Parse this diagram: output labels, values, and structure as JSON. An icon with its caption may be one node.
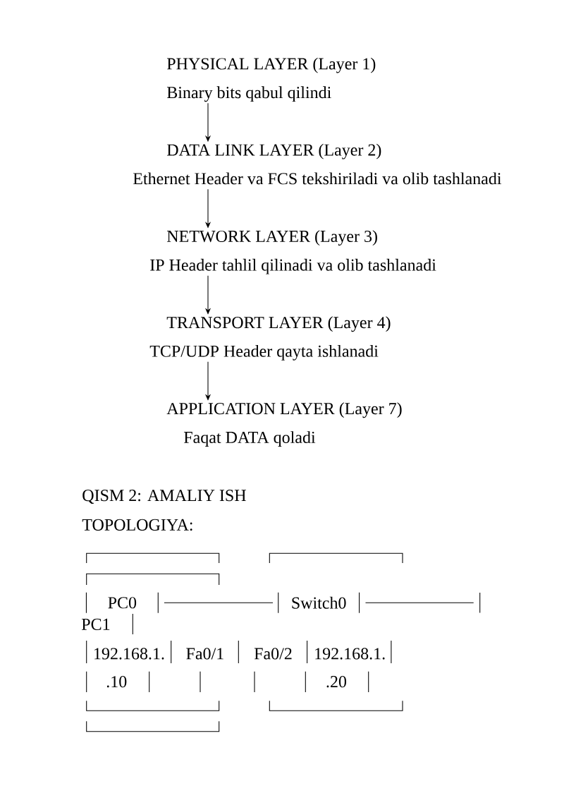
{
  "diagram": {
    "nodes": [
      {
        "text": [
          "PHYSICAL LAYER (Layer 1)",
          "Binary bits qabul qilindi"
        ]
      },
      {
        "text": [
          "DATA LINK LAYER (Layer 2)",
          "Ethernet Header va FCS tekshiriladi va olib tashlanadi"
        ]
      },
      {
        "text": [
          "NETWORK LAYER (Layer 3)",
          "IP Header tahlil qilinadi va olib tashlanadi"
        ]
      },
      {
        "text": [
          "TRANSPORT LAYER (Layer 4)",
          "TCP/UDP Header qayta ishlanadi"
        ]
      },
      {
        "text": [
          "APPLICATION LAYER (Layer 7)",
          "Faqat DATA qoladi"
        ]
      },
      {
        "text": [
          "PC0"
        ]
      },
      {
        "text": [
          "Switch0"
        ]
      }
    ],
    "edges": [
      {
        "from": 0,
        "to": 1,
        "arrow": "to"
      },
      {
        "from": 1,
        "to": 2,
        "arrow": "to"
      },
      {
        "from": 2,
        "to": 3,
        "arrow": "to"
      },
      {
        "from": 3,
        "to": 4,
        "arrow": "to"
      },
      {
        "from": 5,
        "to": 6,
        "arrow": "none"
      },
      {
        "from": 6,
        "to": null,
        "arrow": "none"
      }
    ],
    "labels": [
      "QISM 2: AMALIY ISH",
      "TOPOLOGIYA:",
      "PC1",
      "192.168.1.",
      "Fa0/1",
      "Fa0/2",
      "192.168.1.",
      ".10",
      ".20"
    ]
  }
}
